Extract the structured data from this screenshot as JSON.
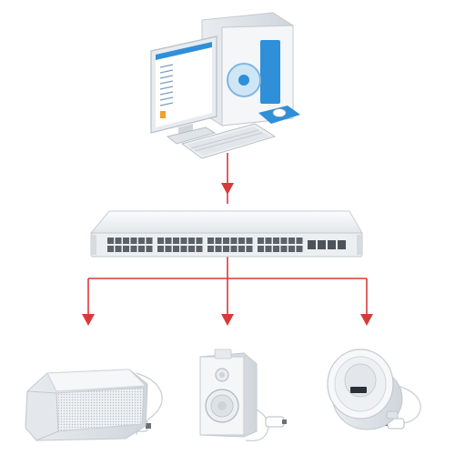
{
  "colors": {
    "connector": "#d83a3a",
    "device_body": "#f2f4f6",
    "device_outline": "#c9ced4",
    "accent_blue": "#2f8fd8",
    "port": "#5b6168",
    "cable": "#ffffff"
  },
  "nodes": [
    {
      "id": "computer",
      "icon": "desktop-computer-icon"
    },
    {
      "id": "switch",
      "icon": "network-switch-icon"
    },
    {
      "id": "column-speaker",
      "icon": "column-speaker-icon"
    },
    {
      "id": "wall-speaker",
      "icon": "wall-mount-speaker-icon"
    },
    {
      "id": "ceiling-speaker",
      "icon": "ceiling-speaker-icon"
    }
  ],
  "edges": [
    {
      "from": "computer",
      "to": "switch"
    },
    {
      "from": "switch",
      "to": "column-speaker"
    },
    {
      "from": "switch",
      "to": "wall-speaker"
    },
    {
      "from": "switch",
      "to": "ceiling-speaker"
    }
  ]
}
